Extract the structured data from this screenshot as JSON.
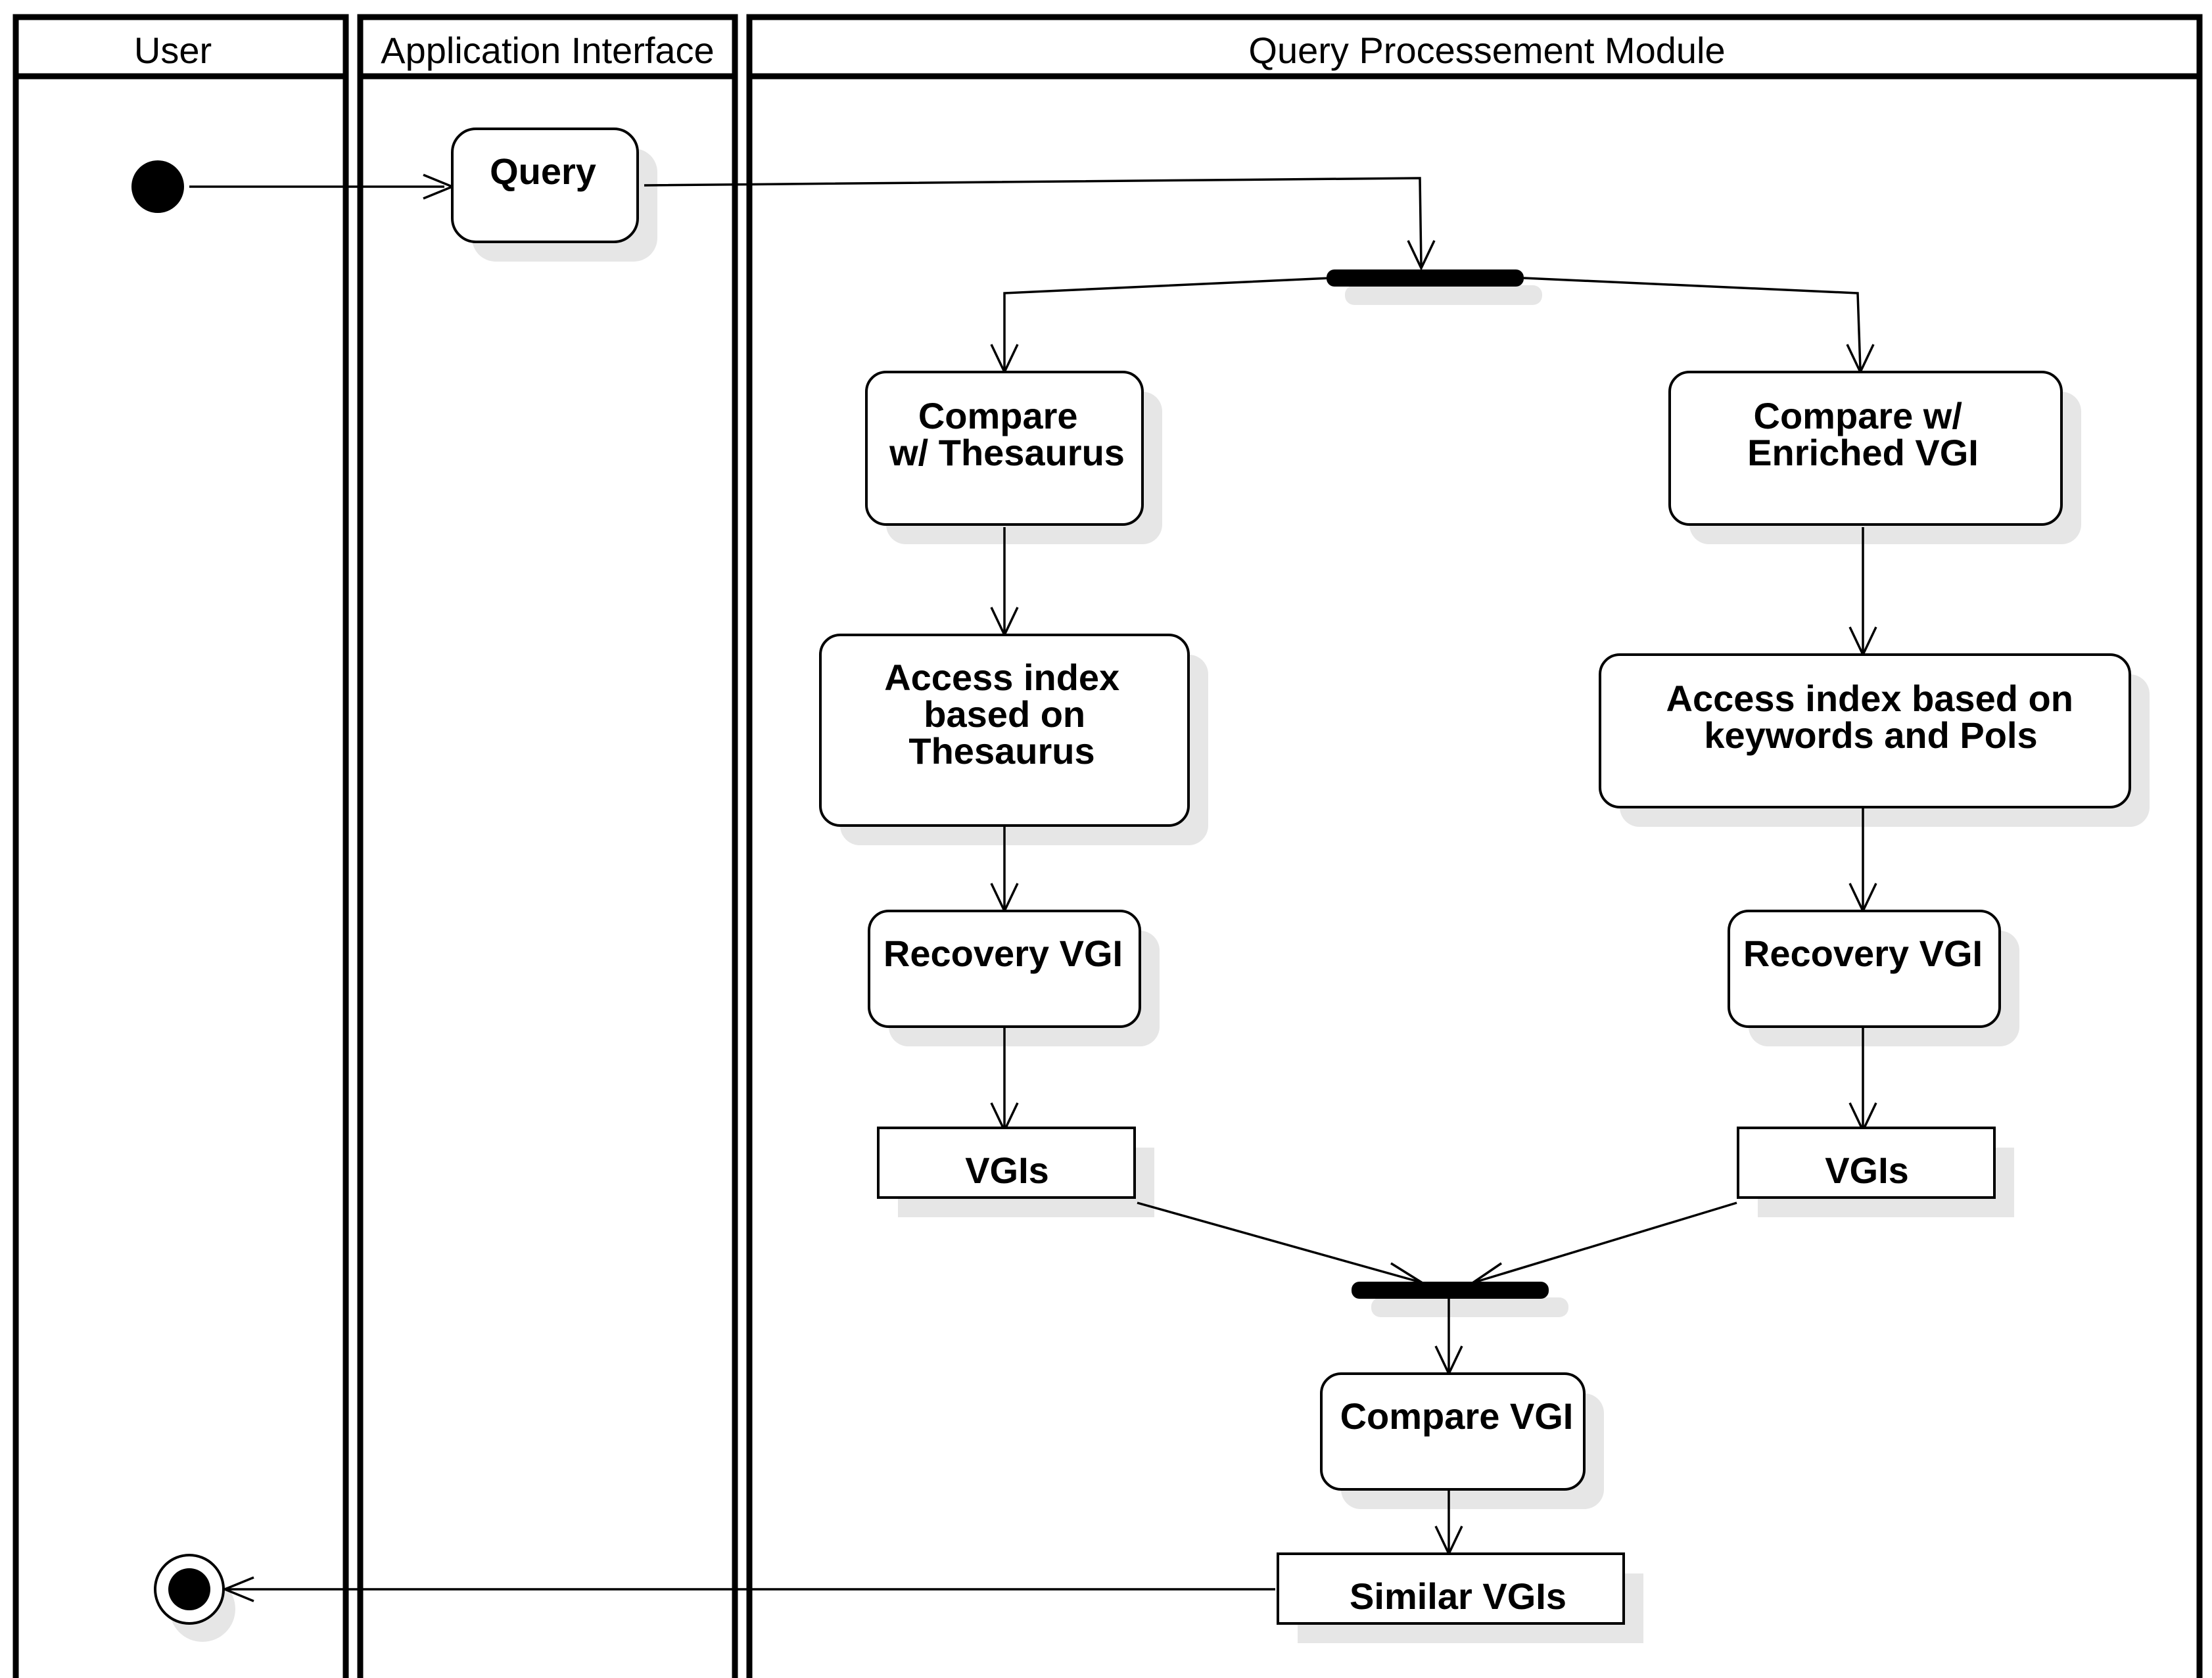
{
  "lanes": {
    "user": "User",
    "app_interface": "Application Interface",
    "query_module": "Query Processement Module"
  },
  "nodes": {
    "query": [
      "Query"
    ],
    "compare_thesaurus": [
      "Compare",
      "w/ Thesaurus"
    ],
    "compare_enriched": [
      "Compare w/",
      "Enriched VGI"
    ],
    "access_thesaurus": [
      "Access index",
      "based on",
      "Thesaurus"
    ],
    "access_keywords": [
      "Access index based on",
      "keywords and Pols"
    ],
    "recovery_left": [
      "Recovery VGI"
    ],
    "recovery_right": [
      "Recovery VGI"
    ],
    "vgis_left": [
      "VGIs"
    ],
    "vgis_right": [
      "VGIs"
    ],
    "compare_vgi": [
      "Compare VGI"
    ],
    "similar_vgis": [
      "Similar VGIs"
    ]
  }
}
